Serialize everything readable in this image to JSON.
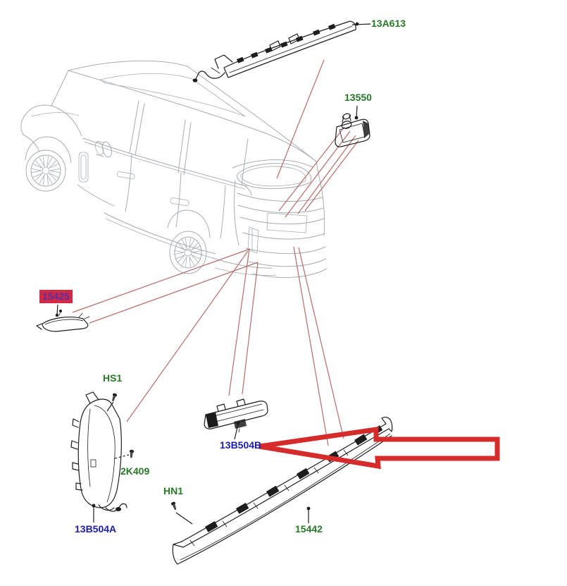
{
  "colors": {
    "label_green": "#267a26",
    "label_blue": "#1c1caa",
    "highlight_bg": "#cf2b47",
    "highlight_text": "#5c2da0",
    "leader_red": "#b96b6b",
    "arrow_red": "#d62b2b",
    "part_ink": "#1d1d1d",
    "car_gray": "#a6adb3"
  },
  "labels": [
    {
      "id": "13A613",
      "text": "13A613",
      "style": "green"
    },
    {
      "id": "13550",
      "text": "13550",
      "style": "green"
    },
    {
      "id": "15425",
      "text": "15425",
      "style": "highlight"
    },
    {
      "id": "HS1",
      "text": "HS1",
      "style": "green"
    },
    {
      "id": "2K409",
      "text": "2K409",
      "style": "green"
    },
    {
      "id": "13B504A",
      "text": "13B504A",
      "style": "blue"
    },
    {
      "id": "HN1",
      "text": "HN1",
      "style": "green"
    },
    {
      "id": "13B504B",
      "text": "13B504B",
      "style": "blue"
    },
    {
      "id": "15442",
      "text": "15442",
      "style": "green"
    }
  ],
  "annotations": {
    "arrow_points_to": "13B504B",
    "highlighted_label": "15425"
  }
}
